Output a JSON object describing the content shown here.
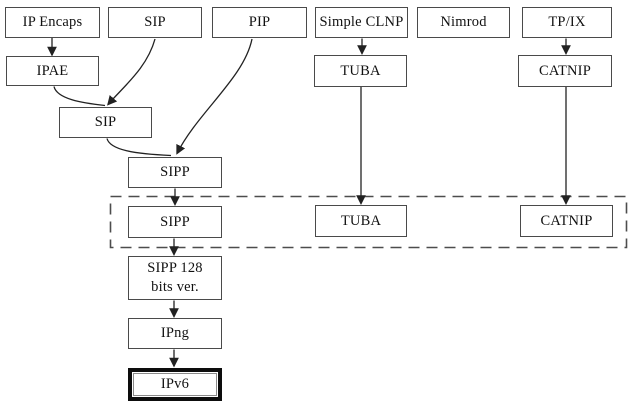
{
  "diagram": {
    "description": "Flowchart of protocol proposals evolving into IPv6",
    "nodes": [
      {
        "id": "ip-encaps",
        "label": "IP Encaps"
      },
      {
        "id": "sip-top",
        "label": "SIP"
      },
      {
        "id": "pip",
        "label": "PIP"
      },
      {
        "id": "simple-clnp",
        "label": "Simple CLNP"
      },
      {
        "id": "nimrod",
        "label": "Nimrod"
      },
      {
        "id": "tp-ix",
        "label": "TP/IX"
      },
      {
        "id": "ipae",
        "label": "IPAE"
      },
      {
        "id": "tuba-1",
        "label": "TUBA"
      },
      {
        "id": "catnip-1",
        "label": "CATNIP"
      },
      {
        "id": "sip-merged",
        "label": "SIP"
      },
      {
        "id": "sipp-1",
        "label": "SIPP"
      },
      {
        "id": "sipp-2",
        "label": "SIPP"
      },
      {
        "id": "tuba-2",
        "label": "TUBA"
      },
      {
        "id": "catnip-2",
        "label": "CATNIP"
      },
      {
        "id": "sipp-128",
        "label": "SIPP 128 bits ver.",
        "lines": [
          "SIPP 128",
          "bits ver."
        ]
      },
      {
        "id": "ipng",
        "label": "IPng"
      },
      {
        "id": "ipv6",
        "label": "IPv6",
        "emphasized": true
      }
    ],
    "edges": [
      {
        "from": "ip-encaps",
        "to": "ipae"
      },
      {
        "from": "sip-top",
        "to": "sip-merged"
      },
      {
        "from": "ipae",
        "to": "sip-merged"
      },
      {
        "from": "pip",
        "to": "sipp-1"
      },
      {
        "from": "sip-merged",
        "to": "sipp-1"
      },
      {
        "from": "simple-clnp",
        "to": "tuba-1"
      },
      {
        "from": "tp-ix",
        "to": "catnip-1"
      },
      {
        "from": "sipp-1",
        "to": "sipp-2"
      },
      {
        "from": "tuba-1",
        "to": "tuba-2"
      },
      {
        "from": "catnip-1",
        "to": "catnip-2"
      },
      {
        "from": "sipp-2",
        "to": "sipp-128"
      },
      {
        "from": "sipp-128",
        "to": "ipng"
      },
      {
        "from": "ipng",
        "to": "ipv6"
      }
    ],
    "dashed_group_members": [
      "sipp-2",
      "tuba-2",
      "catnip-2"
    ],
    "colors": {
      "background": "#ffffff",
      "box_border": "#4a4a4a",
      "line": "#222222",
      "text": "#111111",
      "emphasis_border": "#0d0d0d"
    }
  }
}
